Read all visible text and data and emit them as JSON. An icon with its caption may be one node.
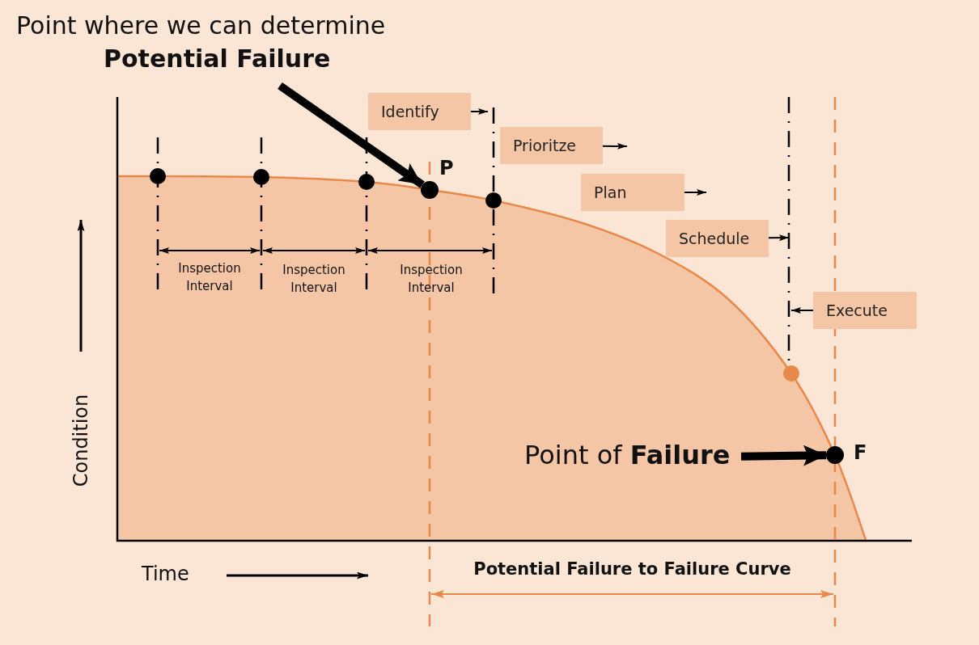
{
  "diagram": {
    "nodes": [
      {
        "text": [
          "Point where we can determine",
          "Potential Failure"
        ]
      },
      {
        "text": [],
        "shape": "circle",
        "beside": [
          "P"
        ]
      },
      {
        "text": [
          "Point of **Failure**"
        ]
      },
      {
        "text": [],
        "shape": "circle",
        "beside": [
          "F"
        ]
      },
      {
        "text": [
          "Identify"
        ]
      },
      {
        "text": [
          "Prioritze"
        ]
      },
      {
        "text": [
          "Plan"
        ]
      },
      {
        "text": [
          "Schedule"
        ]
      },
      {
        "text": [
          "Execute"
        ]
      }
    ],
    "edges": [
      {
        "from": 0,
        "to": 1,
        "arrow": "to",
        "style": "thick"
      },
      {
        "from": 2,
        "to": 3,
        "arrow": "to",
        "style": "thick"
      },
      {
        "from": 4,
        "to": null,
        "arrow": "to"
      },
      {
        "from": 5,
        "to": null,
        "arrow": "to"
      },
      {
        "from": 6,
        "to": null,
        "arrow": "to"
      },
      {
        "from": 7,
        "to": null,
        "arrow": "to"
      },
      {
        "from": 8,
        "to": null,
        "arrow": "to"
      }
    ],
    "labels": [
      "Inspection Interval",
      "Inspection Interval",
      "Inspection Interval",
      "Condition",
      "Time",
      "Potential Failure to Failure Curve"
    ]
  }
}
